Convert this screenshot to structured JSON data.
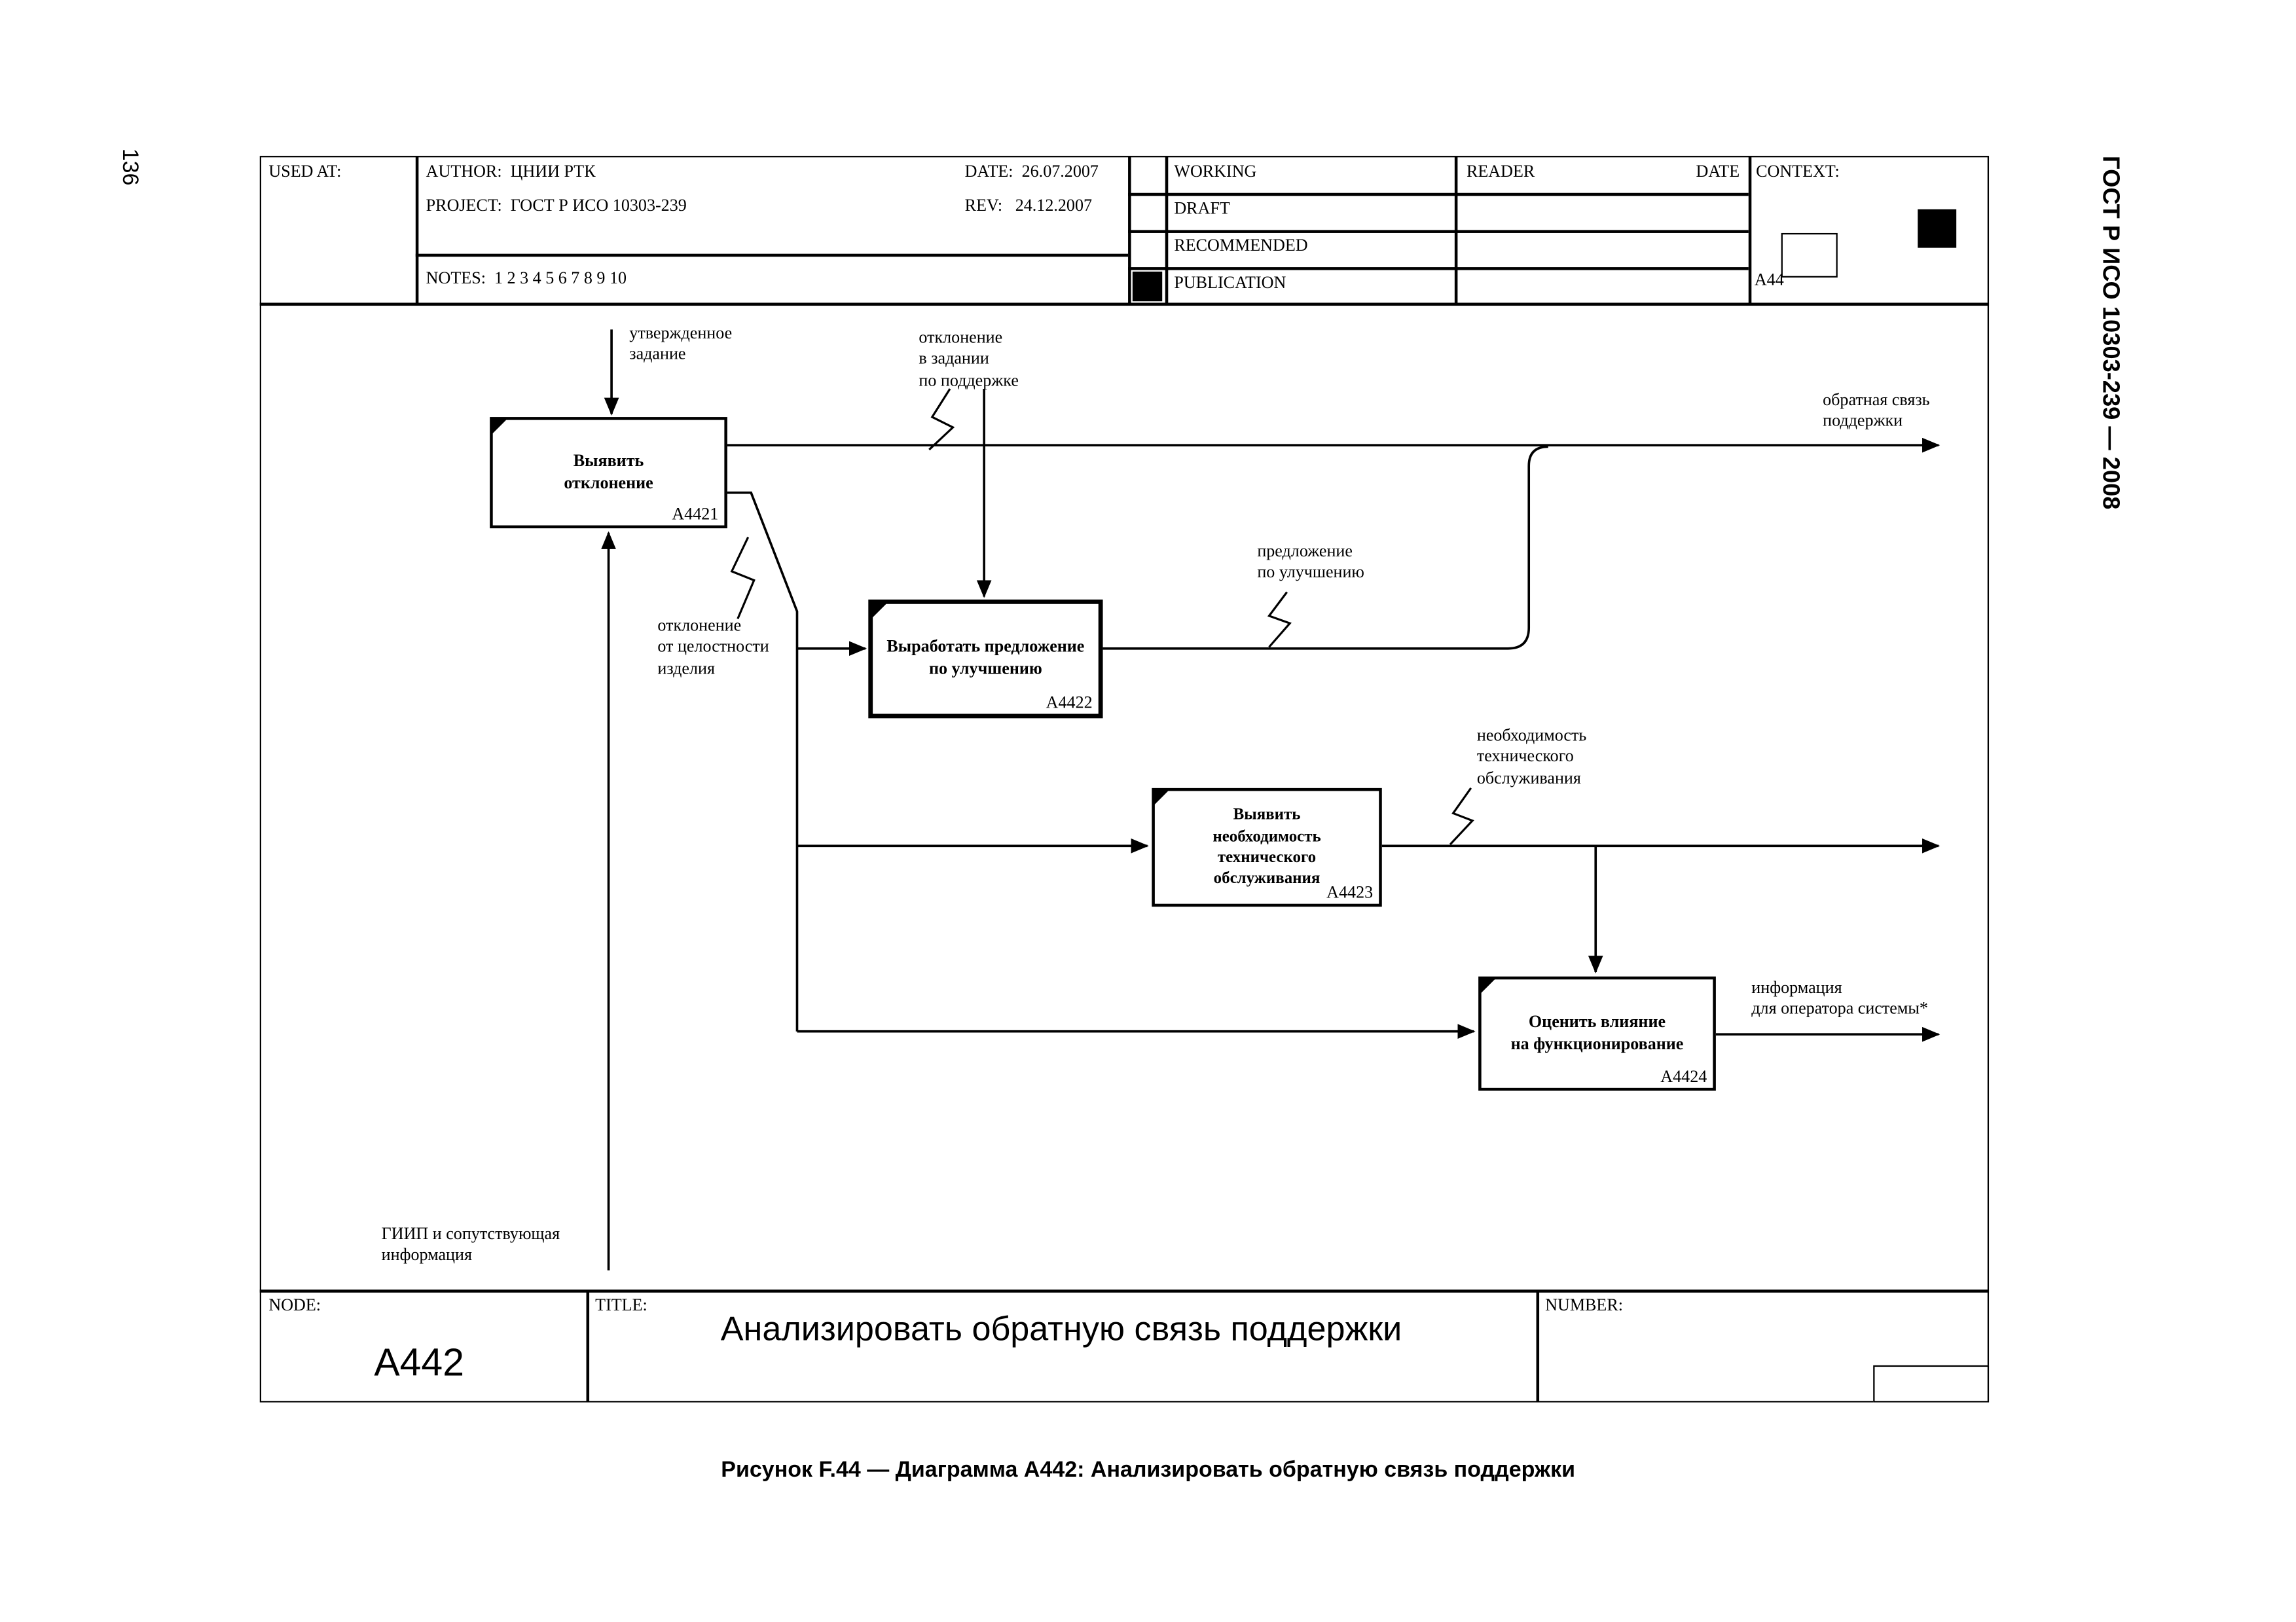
{
  "page": {
    "page_number": "136",
    "side_title": "ГОСТ Р ИСО 10303-239 — 2008",
    "caption": "Рисунок F.44 — Диаграмма А442: Анализировать обратную связь поддержки"
  },
  "header": {
    "used_at_label": "USED AT:",
    "author_label": "AUTHOR:",
    "author_value": "ЦНИИ РТК",
    "project_label": "PROJECT:",
    "project_value": "ГОСТ Р ИСО 10303-239",
    "notes_label": "NOTES:",
    "notes_value": "1 2 3 4 5 6 7 8 9 10",
    "date_label": "DATE:",
    "date_value": "26.07.2007",
    "rev_label": "REV:",
    "rev_value": "24.12.2007",
    "status_rows": [
      "WORKING",
      "DRAFT",
      "RECOMMENDED",
      "PUBLICATION"
    ],
    "reader_label": "READER",
    "reader_date_label": "DATE",
    "context_label": "CONTEXT:",
    "context_value": "A44"
  },
  "footer": {
    "node_label": "NODE:",
    "node_value": "A442",
    "title_label": "TITLE:",
    "title_value": "Анализировать обратную связь поддержки",
    "number_label": "NUMBER:"
  },
  "diagram": {
    "boxes": [
      {
        "id": "A4421",
        "label": "Выявить\nотклонение"
      },
      {
        "id": "A4422",
        "label": "Выработать предложение\nпо улучшению"
      },
      {
        "id": "A4423",
        "label": "Выявить\nнеобходимость\nтехнического\nобслуживания"
      },
      {
        "id": "A4424",
        "label": "Оценить влияние\nна функционирование"
      }
    ],
    "arrow_labels": {
      "approved_task": "утвержденное\nзадание",
      "deviation_in_task": "отклонение\nв задании\nпо поддержке",
      "support_feedback": "обратная связь\nподдержки",
      "improvement_proposal": "предложение\nпо улучшению",
      "product_integrity_deviation": "отклонение\nот целостности\nизделия",
      "maintenance_need": "необходимость\nтехнического\nобслуживания",
      "operator_info": "информация\nдля оператора системы*",
      "giip_info": "ГИИП и сопутствующая\nинформация"
    }
  }
}
